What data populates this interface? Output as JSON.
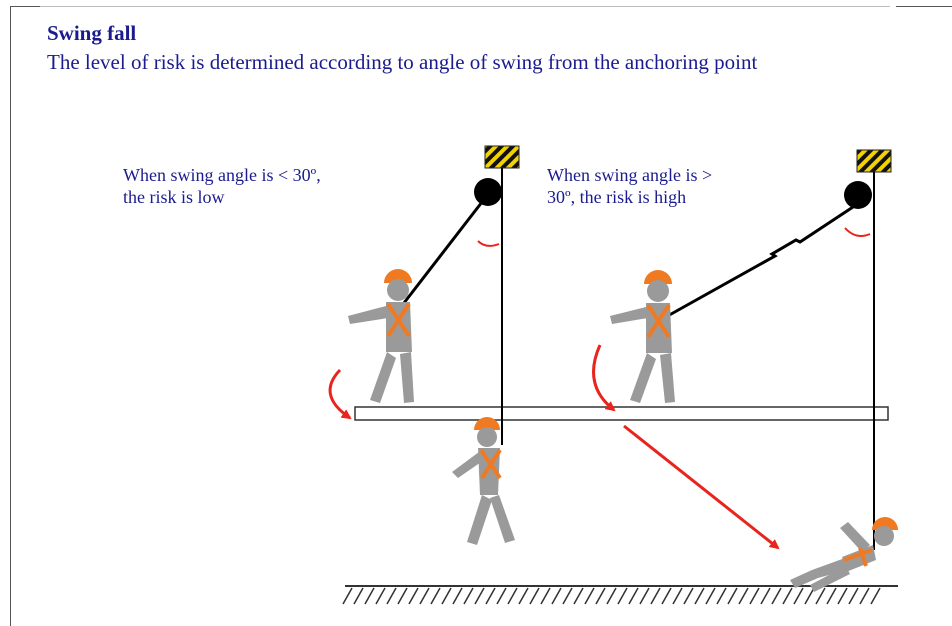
{
  "slide": {
    "title": "Swing fall",
    "subtitle": "The level of risk is determined according to angle of swing from the anchoring point"
  },
  "scenarios": [
    {
      "caption_line1": "When swing angle is < 30º,",
      "caption_line2": "the risk is low"
    },
    {
      "caption_line1": "When swing angle is >",
      "caption_line2": "30º, the risk is high"
    }
  ],
  "colors": {
    "text": "#1b1b8f",
    "figure": "#9a9a9a",
    "harness": "#f07a22",
    "arrow": "#e8241c",
    "anchor_yellow": "#f2d200",
    "line": "#000000"
  },
  "icons": [
    "anchor-point-icon",
    "pulley-icon",
    "worker-figure",
    "curved-arrow-icon",
    "fall-arrow-icon",
    "ground-hatch"
  ]
}
